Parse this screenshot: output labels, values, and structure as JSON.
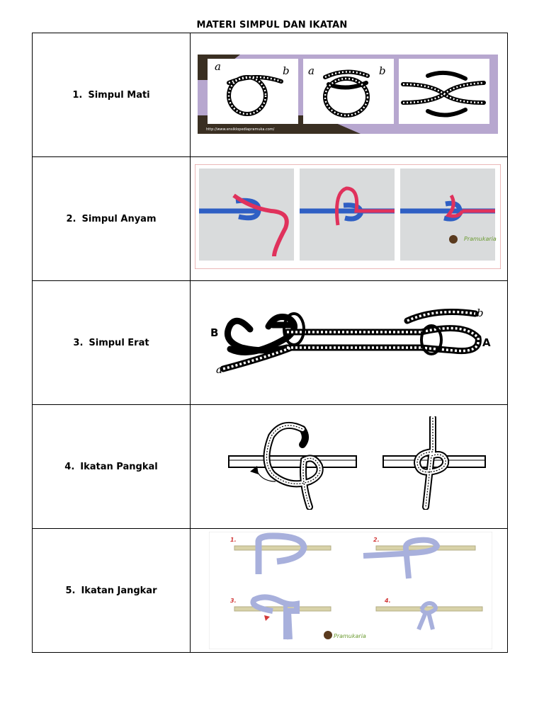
{
  "page_title": "MATERI SIMPUL DAN IKATAN",
  "knots": [
    {
      "number": "1.",
      "name": "Simpul Mati",
      "illustration": "reef-knot-steps",
      "caption": "http://www.ensiklopediapramuka.com/",
      "labels": [
        "a",
        "b",
        "a",
        "b"
      ]
    },
    {
      "number": "2.",
      "name": "Simpul Anyam",
      "illustration": "sheet-bend-photos",
      "watermark": "Pramukaria"
    },
    {
      "number": "3.",
      "name": "Simpul Erat",
      "illustration": "sheepshank-drawing",
      "labels": [
        "B",
        "A",
        "a",
        "b"
      ]
    },
    {
      "number": "4.",
      "name": "Ikatan Pangkal",
      "illustration": "clove-hitch-drawing"
    },
    {
      "number": "5.",
      "name": "Ikatan Jangkar",
      "illustration": "timber-hitch-steps",
      "steps": [
        "1.",
        "2.",
        "3.",
        "4."
      ],
      "watermark": "Pramukaria"
    }
  ],
  "colors": {
    "purple_frame": "#b7a7cf",
    "dark_frame": "#3a2f22",
    "rope_blue": "#2f5fc4",
    "rope_red": "#e0325c",
    "rope_lavender": "#a8b0dc"
  }
}
